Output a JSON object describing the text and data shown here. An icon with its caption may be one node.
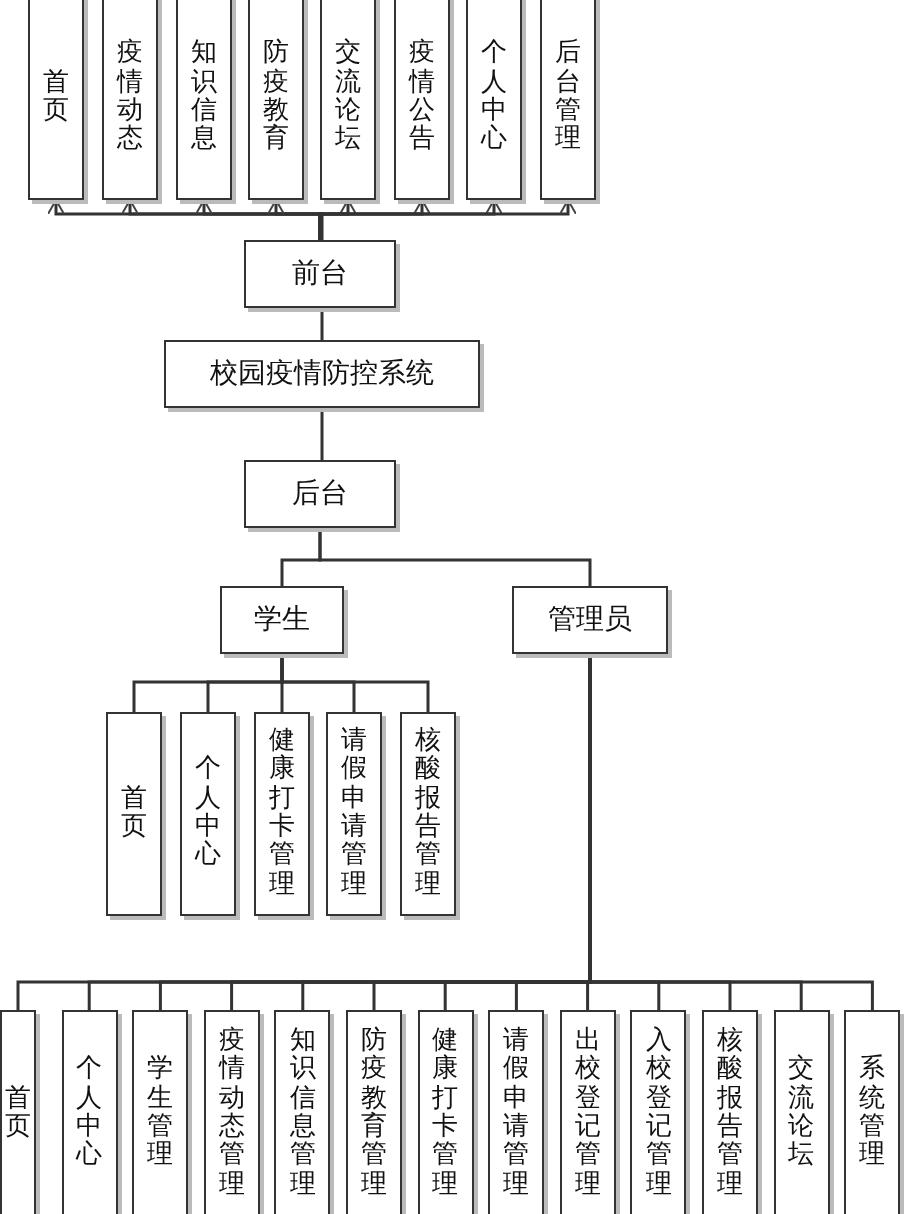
{
  "diagram": {
    "nodes": [
      {
        "text": [
          "首页"
        ]
      },
      {
        "text": [
          "疫情动态"
        ]
      },
      {
        "text": [
          "知识信息"
        ]
      },
      {
        "text": [
          "防疫教育"
        ]
      },
      {
        "text": [
          "交流论坛"
        ]
      },
      {
        "text": [
          "疫情公告"
        ]
      },
      {
        "text": [
          "个人中心"
        ]
      },
      {
        "text": [
          "后台管理"
        ]
      },
      {
        "text": [
          "前台"
        ]
      },
      {
        "text": [
          "校园疫情防控系统"
        ]
      },
      {
        "text": [
          "后台"
        ]
      },
      {
        "text": [
          "学生"
        ]
      },
      {
        "text": [
          "管理员"
        ]
      },
      {
        "text": [
          "首页"
        ]
      },
      {
        "text": [
          "个人中心"
        ]
      },
      {
        "text": [
          "健康打卡管理"
        ]
      },
      {
        "text": [
          "请假申请管理"
        ]
      },
      {
        "text": [
          "核酸报告管理"
        ]
      },
      {
        "text": [
          "首页"
        ]
      },
      {
        "text": [
          "个人中心"
        ]
      },
      {
        "text": [
          "学生管理"
        ]
      },
      {
        "text": [
          "疫情动态管理"
        ]
      },
      {
        "text": [
          "知识信息管理"
        ]
      },
      {
        "text": [
          "防疫教育管理"
        ]
      },
      {
        "text": [
          "健康打卡管理"
        ]
      },
      {
        "text": [
          "请假申请管理"
        ]
      },
      {
        "text": [
          "出校登记管理"
        ]
      },
      {
        "text": [
          "入校登记管理"
        ]
      },
      {
        "text": [
          "核酸报告管理"
        ]
      },
      {
        "text": [
          "交流论坛"
        ]
      },
      {
        "text": [
          "系统管理"
        ]
      }
    ],
    "edges": [
      {
        "from": 8,
        "to": 0,
        "arrow": "to"
      },
      {
        "from": 8,
        "to": 1,
        "arrow": "to"
      },
      {
        "from": 8,
        "to": 2,
        "arrow": "to"
      },
      {
        "from": 8,
        "to": 3,
        "arrow": "to"
      },
      {
        "from": 8,
        "to": 4,
        "arrow": "to"
      },
      {
        "from": 8,
        "to": 5,
        "arrow": "to"
      },
      {
        "from": 8,
        "to": 6,
        "arrow": "to"
      },
      {
        "from": 8,
        "to": 7,
        "arrow": "to"
      },
      {
        "from": 8,
        "to": 9,
        "arrow": "none"
      },
      {
        "from": 9,
        "to": 10,
        "arrow": "none"
      },
      {
        "from": 10,
        "to": 11,
        "arrow": "none"
      },
      {
        "from": 10,
        "to": 12,
        "arrow": "none"
      },
      {
        "from": 11,
        "to": 13,
        "arrow": "none"
      },
      {
        "from": 11,
        "to": 14,
        "arrow": "none"
      },
      {
        "from": 11,
        "to": 15,
        "arrow": "none"
      },
      {
        "from": 11,
        "to": 16,
        "arrow": "none"
      },
      {
        "from": 11,
        "to": 17,
        "arrow": "none"
      },
      {
        "from": 12,
        "to": 18,
        "arrow": "none"
      },
      {
        "from": 12,
        "to": 19,
        "arrow": "none"
      },
      {
        "from": 12,
        "to": 20,
        "arrow": "none"
      },
      {
        "from": 12,
        "to": 21,
        "arrow": "none"
      },
      {
        "from": 12,
        "to": 22,
        "arrow": "none"
      },
      {
        "from": 12,
        "to": 23,
        "arrow": "none"
      },
      {
        "from": 12,
        "to": 24,
        "arrow": "none"
      },
      {
        "from": 12,
        "to": 25,
        "arrow": "none"
      },
      {
        "from": 12,
        "to": 26,
        "arrow": "none"
      },
      {
        "from": 12,
        "to": 27,
        "arrow": "none"
      },
      {
        "from": 12,
        "to": 28,
        "arrow": "none"
      },
      {
        "from": 12,
        "to": 29,
        "arrow": "none"
      },
      {
        "from": 12,
        "to": 30,
        "arrow": "none"
      }
    ]
  }
}
